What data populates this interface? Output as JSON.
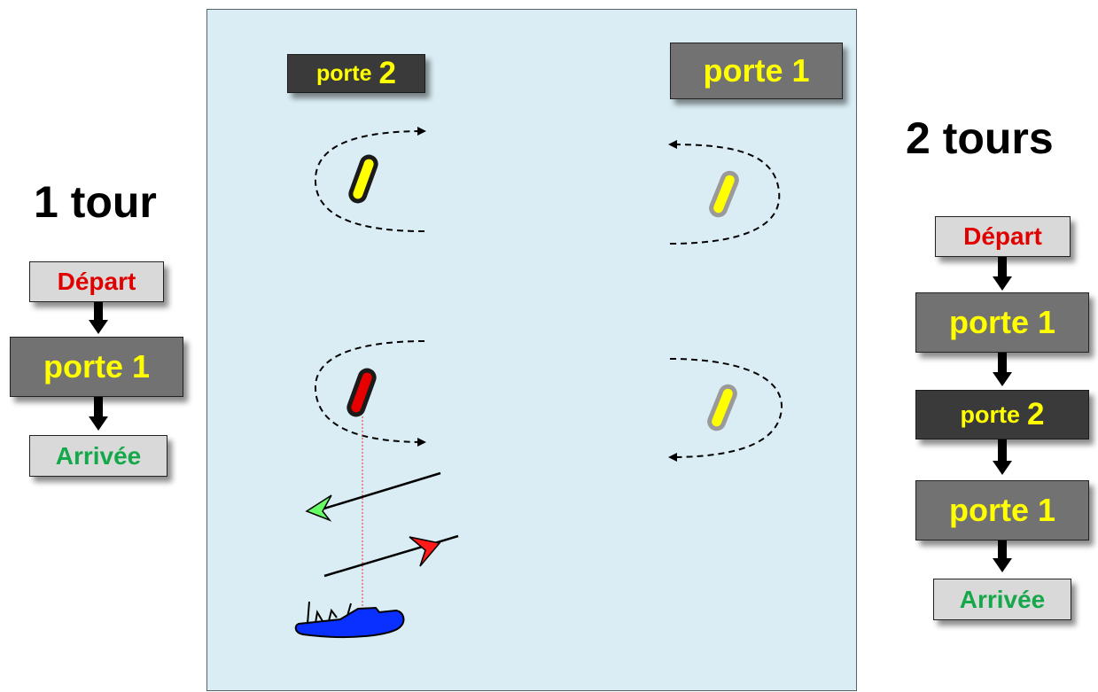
{
  "left": {
    "heading": "1 tour",
    "steps": [
      "Départ",
      "porte 1",
      "Arrivée"
    ]
  },
  "right": {
    "heading": "2 tours",
    "steps": [
      "Départ",
      "porte 1",
      "porte 2",
      "porte 1",
      "Arrivée"
    ]
  },
  "course": {
    "gate2_label": "porte",
    "gate2_number": "2",
    "gate1_label": "porte 1"
  },
  "gates": {
    "porte_2_number_word": "porte",
    "porte_2_number": "2"
  },
  "colors": {
    "water": "#daedf4",
    "label_yellow": "#ffff00",
    "start_red": "#e10000",
    "finish_green": "#15a84a",
    "mark_yellow": "#ffff00",
    "mark_red": "#e60000",
    "boat_blue": "#0028ff",
    "grey_box": "#727272",
    "dark_box": "#3a3a3a"
  }
}
